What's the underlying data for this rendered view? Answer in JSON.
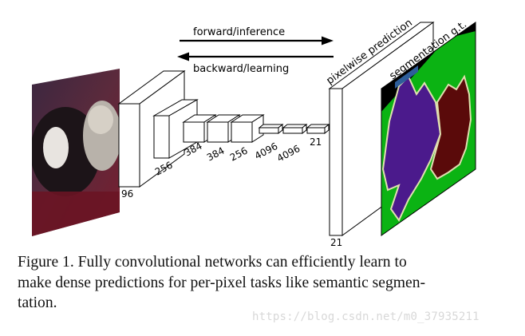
{
  "diagram": {
    "arrows": {
      "forward_label": "forward/inference",
      "backward_label": "backward/learning"
    },
    "layer_labels": [
      "96",
      "256",
      "384",
      "384",
      "256",
      "4096",
      "4096",
      "21"
    ],
    "output_labels": {
      "prediction": "pixelwise prediction",
      "ground_truth": "segmentation g.t.",
      "output_depth": "21"
    },
    "colors": {
      "segment_dog": "#4b1a8c",
      "segment_cat": "#5a0a0a",
      "segment_background": "#0bb313",
      "segment_border": "#e0e0b0",
      "gt_void": "#000000",
      "highlight_bar": "#2e5e9a"
    },
    "icons": {
      "input_photo": "photo-of-dog-and-cat"
    }
  },
  "caption": {
    "lines": [
      "Figure 1.   Fully convolutional networks can efficiently learn to",
      "make dense predictions for per-pixel tasks like semantic segmen-",
      "tation."
    ]
  },
  "watermark": "https://blog.csdn.net/m0_37935211"
}
